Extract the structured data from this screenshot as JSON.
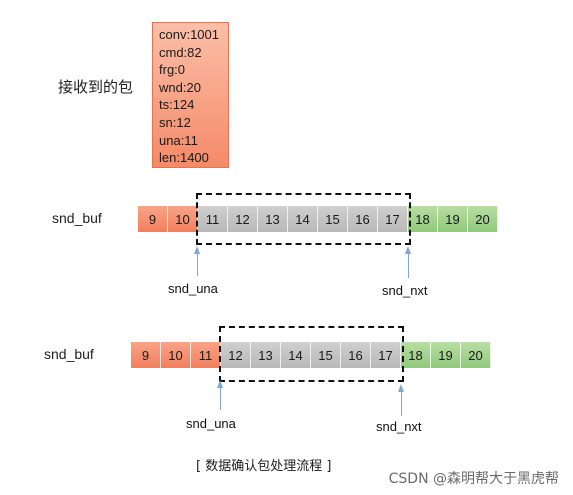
{
  "packet": {
    "label": "接收到的包",
    "fields": [
      "conv:1001",
      "cmd:82",
      "frg:0",
      "wnd:20",
      "ts:124",
      "sn:12",
      "una:11",
      "len:1400"
    ]
  },
  "before": {
    "buf_label": "snd_buf",
    "cells": [
      {
        "value": "9",
        "state": "red"
      },
      {
        "value": "10",
        "state": "red"
      },
      {
        "value": "11",
        "state": "gray"
      },
      {
        "value": "12",
        "state": "gray"
      },
      {
        "value": "13",
        "state": "gray"
      },
      {
        "value": "14",
        "state": "gray"
      },
      {
        "value": "15",
        "state": "gray"
      },
      {
        "value": "16",
        "state": "gray"
      },
      {
        "value": "17",
        "state": "gray"
      },
      {
        "value": "18",
        "state": "green"
      },
      {
        "value": "19",
        "state": "green"
      },
      {
        "value": "20",
        "state": "green"
      }
    ],
    "una_label": "snd_una",
    "nxt_label": "snd_nxt"
  },
  "after": {
    "buf_label": "snd_buf",
    "cells": [
      {
        "value": "9",
        "state": "red"
      },
      {
        "value": "10",
        "state": "red"
      },
      {
        "value": "11",
        "state": "red"
      },
      {
        "value": "12",
        "state": "gray"
      },
      {
        "value": "13",
        "state": "gray"
      },
      {
        "value": "14",
        "state": "gray"
      },
      {
        "value": "15",
        "state": "gray"
      },
      {
        "value": "16",
        "state": "gray"
      },
      {
        "value": "17",
        "state": "gray"
      },
      {
        "value": "18",
        "state": "green"
      },
      {
        "value": "19",
        "state": "green"
      },
      {
        "value": "20",
        "state": "green"
      }
    ],
    "una_label": "snd_una",
    "nxt_label": "snd_nxt"
  },
  "caption": "[ 数据确认包处理流程 ]",
  "watermark": "CSDN @森明帮大于黑虎帮",
  "colors": {
    "acked": "#f27f5e",
    "in_flight": "#b8b8b8",
    "unsent": "#90c97c",
    "pointer": "#7fa7d3"
  }
}
